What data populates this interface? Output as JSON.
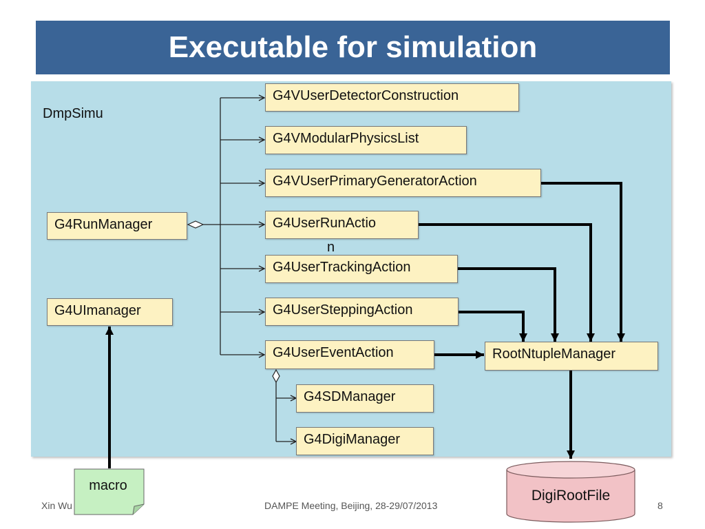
{
  "title": "Executable for simulation",
  "container_label": "DmpSimu",
  "boxes": {
    "run_manager": "G4RunManager",
    "ui_manager": "G4UImanager",
    "detector_construction": "G4VUserDetectorConstruction",
    "physics_list": "G4VModularPhysicsList",
    "primary_generator": "G4VUserPrimaryGeneratorAction",
    "run_action_line1": "G4UserRunActio",
    "run_action_line2": "n",
    "tracking_action": "G4UserTrackingAction",
    "stepping_action": "G4UserSteppingAction",
    "event_action": "G4UserEventAction",
    "sd_manager": "G4SDManager",
    "digi_manager": "G4DigiManager",
    "root_ntuple_manager": "RootNtupleManager",
    "macro": "macro",
    "digi_root_file": "DigiRootFile"
  },
  "footer": {
    "author": "Xin Wu",
    "meeting": "DAMPE Meeting, Beijing, 28-29/07/2013",
    "page_number": "8"
  },
  "colors": {
    "title_bar": "#3a6496",
    "panel": "#b7dde8",
    "box_fill": "#fdf2c2",
    "note_fill": "#c6f0c2",
    "cylinder_fill": "#f2c2c6"
  }
}
